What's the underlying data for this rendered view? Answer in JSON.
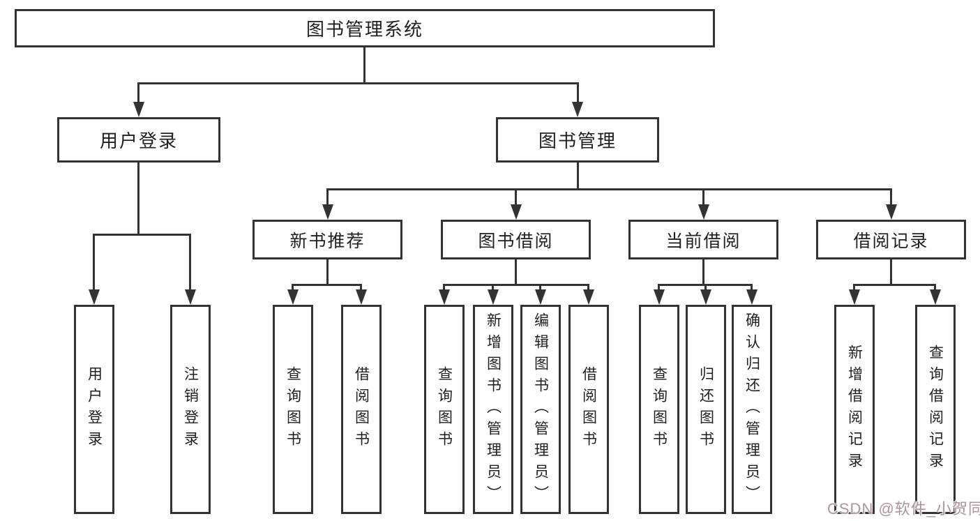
{
  "diagram": {
    "root": {
      "label": "图书管理系统"
    },
    "level2": [
      {
        "label": "用户登录"
      },
      {
        "label": "图书管理"
      }
    ],
    "level3": [
      {
        "label": "新书推荐"
      },
      {
        "label": "图书借阅"
      },
      {
        "label": "当前借阅"
      },
      {
        "label": "借阅记录"
      }
    ],
    "leaves": {
      "user_login": [
        {
          "label": "用户登录"
        },
        {
          "label": "注销登录"
        }
      ],
      "new_book": [
        {
          "label": "查询图书"
        },
        {
          "label": "借阅图书"
        }
      ],
      "book_borrow": [
        {
          "label": "查询图书"
        },
        {
          "label": "新增图书（管理员）"
        },
        {
          "label": "编辑图书（管理员）"
        },
        {
          "label": "借阅图书"
        }
      ],
      "current_borrow": [
        {
          "label": "查询图书"
        },
        {
          "label": "归还图书"
        },
        {
          "label": "确认归还（管理员）"
        }
      ],
      "borrow_record": [
        {
          "label": "新增借阅记录"
        },
        {
          "label": "查询借阅记录"
        }
      ]
    },
    "watermark": "CSDN @软件_小贺同学",
    "colors": {
      "line": "#333333",
      "text": "#1f1f1f",
      "watermark": "#ad9595",
      "background": "#ffffff"
    }
  }
}
